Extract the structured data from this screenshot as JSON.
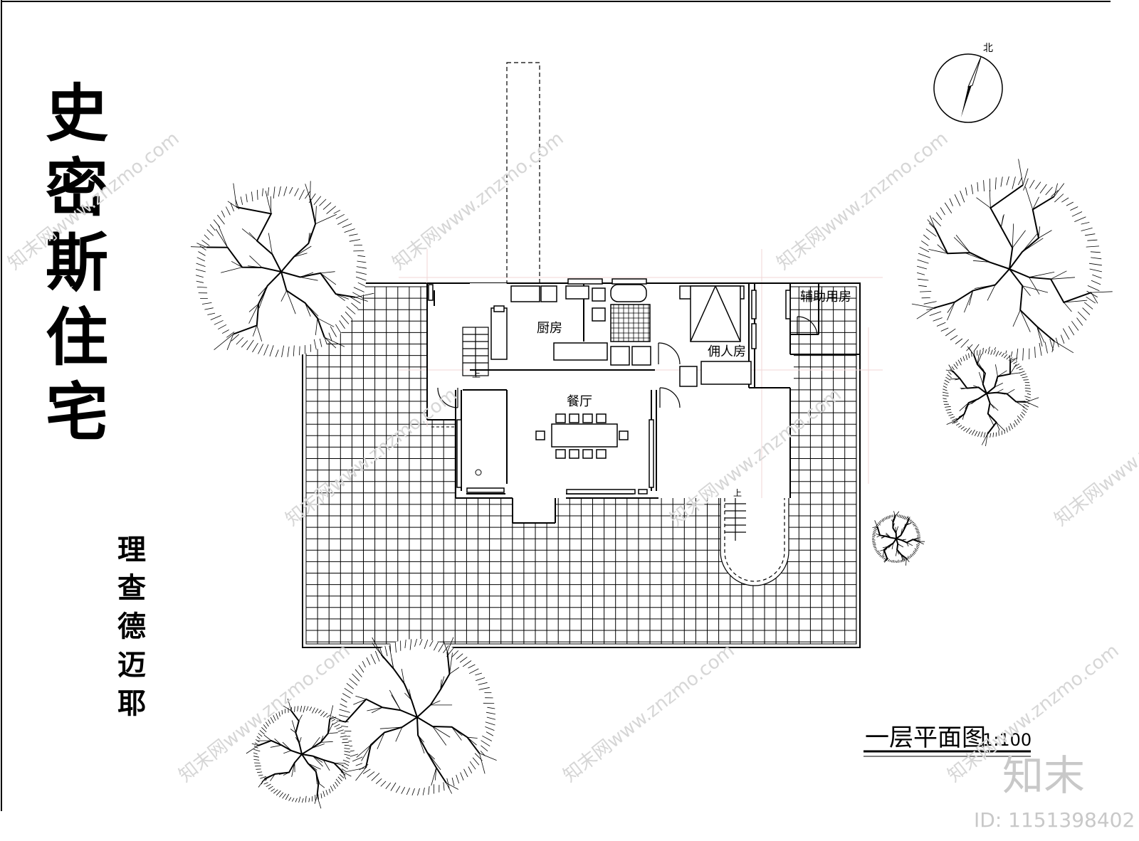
{
  "title": {
    "chars": [
      "史",
      "密",
      "斯",
      "住",
      "宅"
    ]
  },
  "architect": {
    "line1": [
      "理",
      "查",
      "德"
    ],
    "line2": [
      "迈",
      "耶"
    ]
  },
  "rooms": {
    "kitchen": "厨房",
    "auxiliary": "辅助用房",
    "servant": "佣人房",
    "dining": "餐厅"
  },
  "stair_up_label": "上",
  "north_label": "北",
  "caption": {
    "name": "一层平面图",
    "scale": "1:100"
  },
  "watermark": {
    "site": "知末网www.znzmo.com",
    "brand": "知末",
    "id": "ID: 1151398402"
  }
}
